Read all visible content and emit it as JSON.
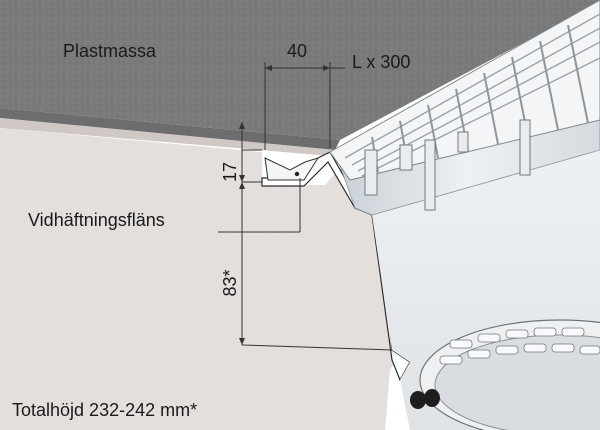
{
  "labels": {
    "material": "Plastmassa",
    "flange_width": "40",
    "channel_size": "L x 300",
    "flange_thickness": "17",
    "flange_name": "Vidhäftningsfläns",
    "depth_below_flange": "83*",
    "total_height": "Totalhöjd 232-242 mm*"
  },
  "colors": {
    "surface_top": "#7b7b7b",
    "body_fill": "#e4dfdc",
    "channel_steel": "#dfe4e8",
    "grating": "#f1f3f5",
    "dimension_line": "#333333"
  }
}
